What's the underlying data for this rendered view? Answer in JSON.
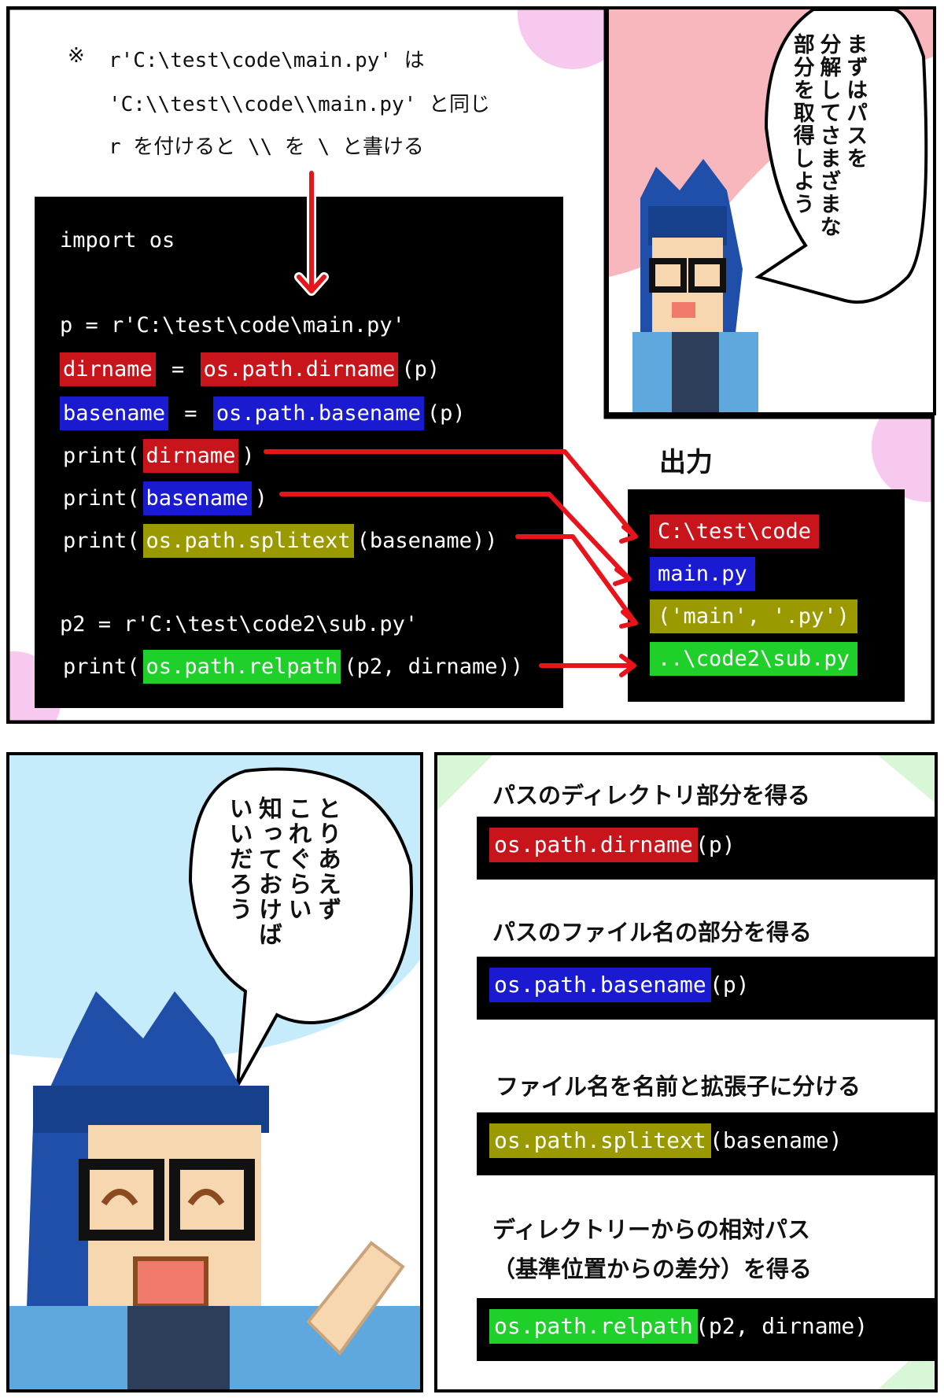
{
  "note": {
    "mark": "※",
    "line1": "r'C:\\test\\code\\main.py' は",
    "line2": "'C:\\\\test\\\\code\\\\main.py' と同じ",
    "line3": "r を付けると \\\\ を \\ と書ける"
  },
  "code": {
    "import": "import os",
    "p_assign": "p = r'C:\\test\\code\\main.py'",
    "dirname_var": "dirname",
    "eq": " = ",
    "dirname_fn": "os.path.dirname",
    "arg_p": "(p)",
    "basename_var": "basename",
    "basename_fn": "os.path.basename",
    "print_open": "print(",
    "close": ")",
    "splitext_fn": "os.path.splitext",
    "splitext_arg": "(basename))",
    "p2_assign": "p2 = r'C:\\test\\code2\\sub.py'",
    "relpath_fn": "os.path.relpath",
    "relpath_arg": "(p2, dirname))"
  },
  "output": {
    "label": "出力",
    "rows": [
      "C:\\test\\code",
      "main.py",
      "('main', '.py')",
      "..\\code2\\sub.py"
    ]
  },
  "speech1": {
    "lines": [
      "まずはパスを",
      "分解してさまざまな",
      "部分を取得しよう"
    ]
  },
  "speech2": {
    "lines": [
      "とりあえず",
      "これぐらい",
      "知っておけば",
      "いいだろう"
    ]
  },
  "reference": [
    {
      "title": "パスのディレクトリ部分を得る",
      "fn": "os.path.dirname",
      "args": "(p)"
    },
    {
      "title": "パスのファイル名の部分を得る",
      "fn": "os.path.basename",
      "args": "(p)"
    },
    {
      "title": "ファイル名を名前と拡張子に分ける",
      "fn": "os.path.splitext",
      "args": "(basename)"
    },
    {
      "title_line1": "ディレクトリーからの相対パス",
      "title_line2": "（基準位置からの差分）を得る",
      "fn": "os.path.relpath",
      "args": "(p2, dirname)"
    }
  ],
  "colors": {
    "red": "#c8151b",
    "blue": "#1a1ad0",
    "olive": "#9a9a00",
    "green": "#1fcf2a",
    "hair": "#1f4fa8",
    "skin": "#f6d7b0",
    "shirt": "#5fa8de"
  }
}
